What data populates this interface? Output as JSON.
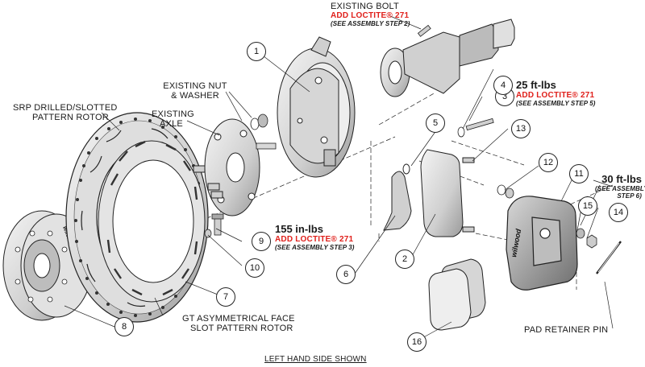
{
  "labels": {
    "existing_bolt": "EXISTING BOLT",
    "existing_bolt_loctite": "ADD LOCTITE® 271",
    "existing_bolt_note": "(SEE ASSEMBLY STEP 2)",
    "existing_nut_1": "EXISTING NUT",
    "existing_nut_2": "& WASHER",
    "existing_axle_1": "EXISTING",
    "existing_axle_2": "AXLE",
    "srp_rotor_1": "SRP DRILLED/SLOTTED",
    "srp_rotor_2": "PATTERN ROTOR",
    "torque_25": "25 ft-lbs",
    "torque_25_loctite": "ADD LOCTITE® 271",
    "torque_25_note": "(SEE ASSEMBLY STEP 5)",
    "torque_30": "30 ft-lbs",
    "torque_30_note_1": "(SEE ASSEMBLY",
    "torque_30_note_2": "STEP 6)",
    "torque_155": "155 in-lbs",
    "torque_155_loctite": "ADD LOCTITE® 271",
    "torque_155_note": "(SEE ASSEMBLY STEP 3)",
    "gt_rotor_1": "GT ASYMMETRICAL FACE",
    "gt_rotor_2": "SLOT PATTERN ROTOR",
    "pad_pin": "PAD RETAINER PIN",
    "footer": "LEFT HAND SIDE SHOWN",
    "hat_brand": "wilwood",
    "caliper_brand": "wilwood"
  },
  "callouts": [
    "1",
    "2",
    "3",
    "4",
    "5",
    "6",
    "7",
    "8",
    "9",
    "10",
    "11",
    "12",
    "13",
    "14",
    "15",
    "16"
  ],
  "colors": {
    "line": "#222222",
    "accent": "#e0201b",
    "part_fill": "#e8e8e8",
    "part_dark": "#8a8a8a"
  }
}
